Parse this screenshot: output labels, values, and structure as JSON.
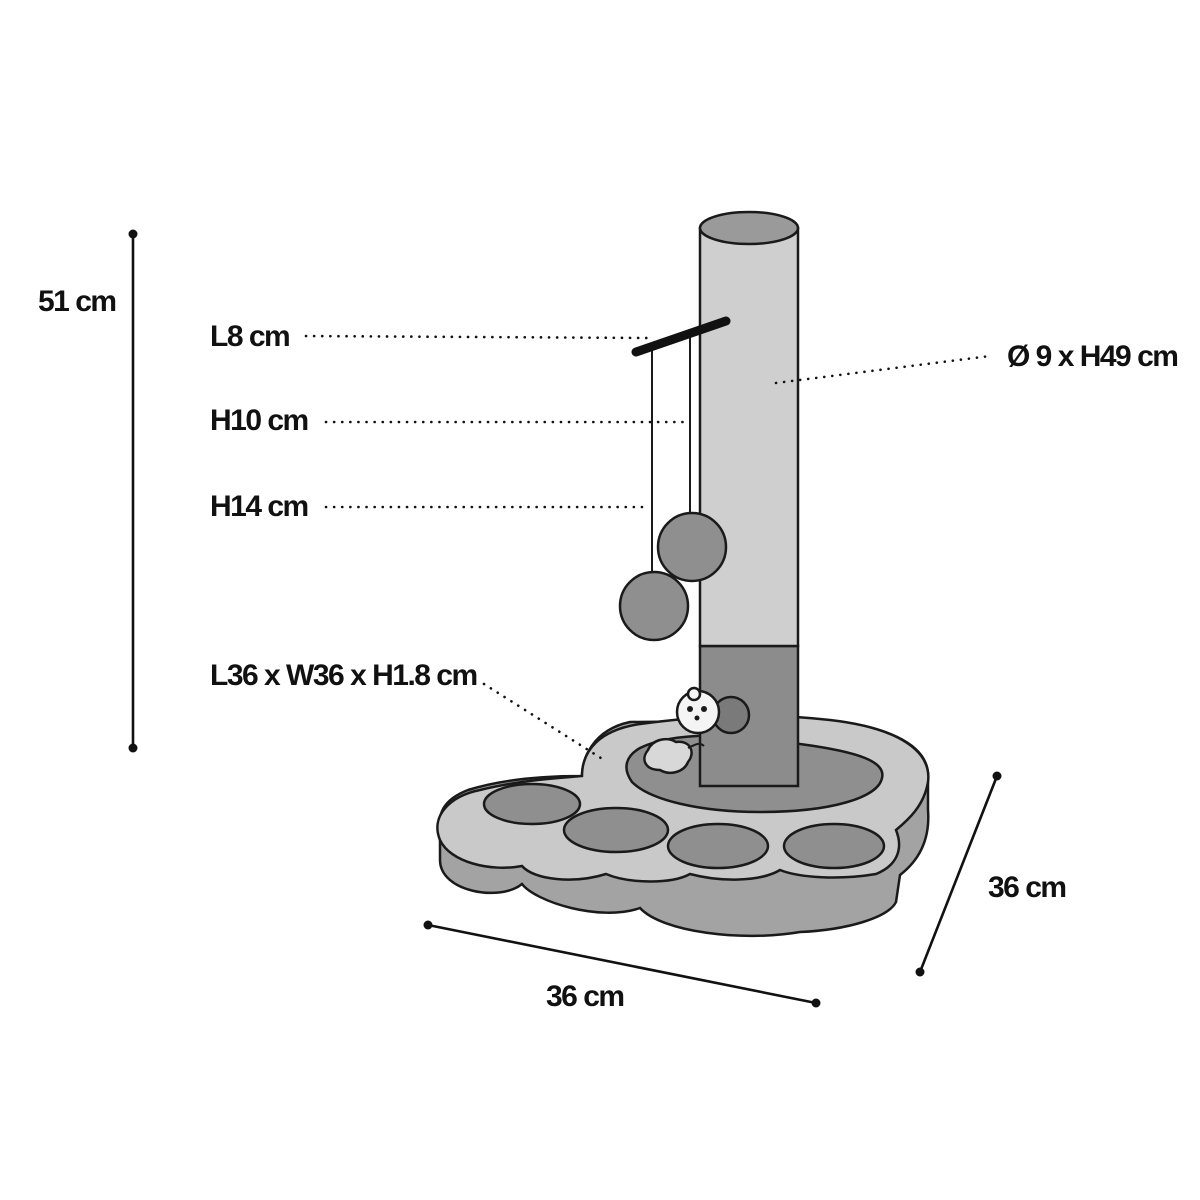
{
  "labels": {
    "total_height": "51 cm",
    "rod_length": "L8 cm",
    "string_short": "H10 cm",
    "string_long": "H14 cm",
    "base_size": "L36 x W36 x H1.8 cm",
    "post_size": "Ø 9 x H49 cm",
    "depth": "36 cm",
    "width": "36 cm"
  },
  "colors": {
    "outline": "#1a1a1a",
    "post_light": "#cfcfcf",
    "post_dark": "#8c8c8c",
    "base_top": "#c9c9c9",
    "base_side": "#a3a3a3",
    "hole": "#8f8f8f",
    "rod": "#111111"
  }
}
